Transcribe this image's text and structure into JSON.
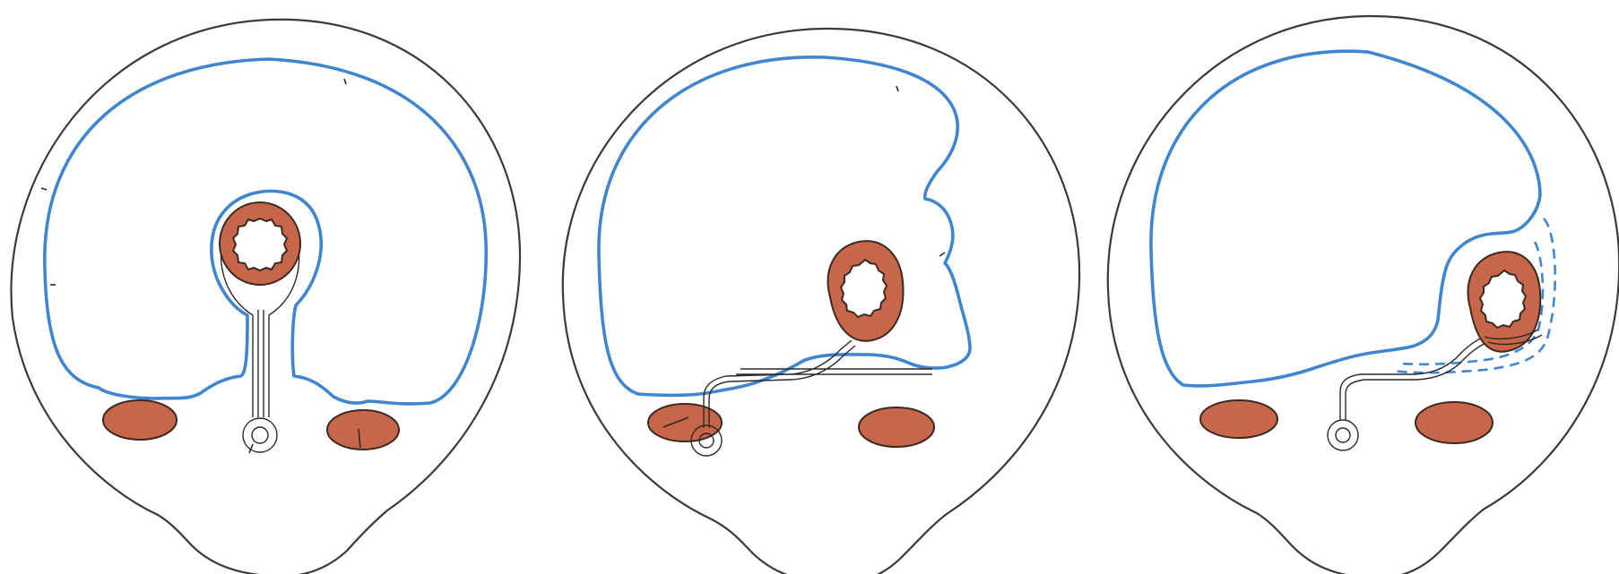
{
  "figure": {
    "panels": [
      {
        "id": "panel-1",
        "has_dashed_peritoneum": false
      },
      {
        "id": "panel-2",
        "has_dashed_peritoneum": false
      },
      {
        "id": "panel-3",
        "has_dashed_peritoneum": true
      }
    ]
  },
  "colors": {
    "peritoneum": "#3f86cf",
    "organ": "#c8664a",
    "outline": "#3a3a3a",
    "background": "#ffffff"
  }
}
